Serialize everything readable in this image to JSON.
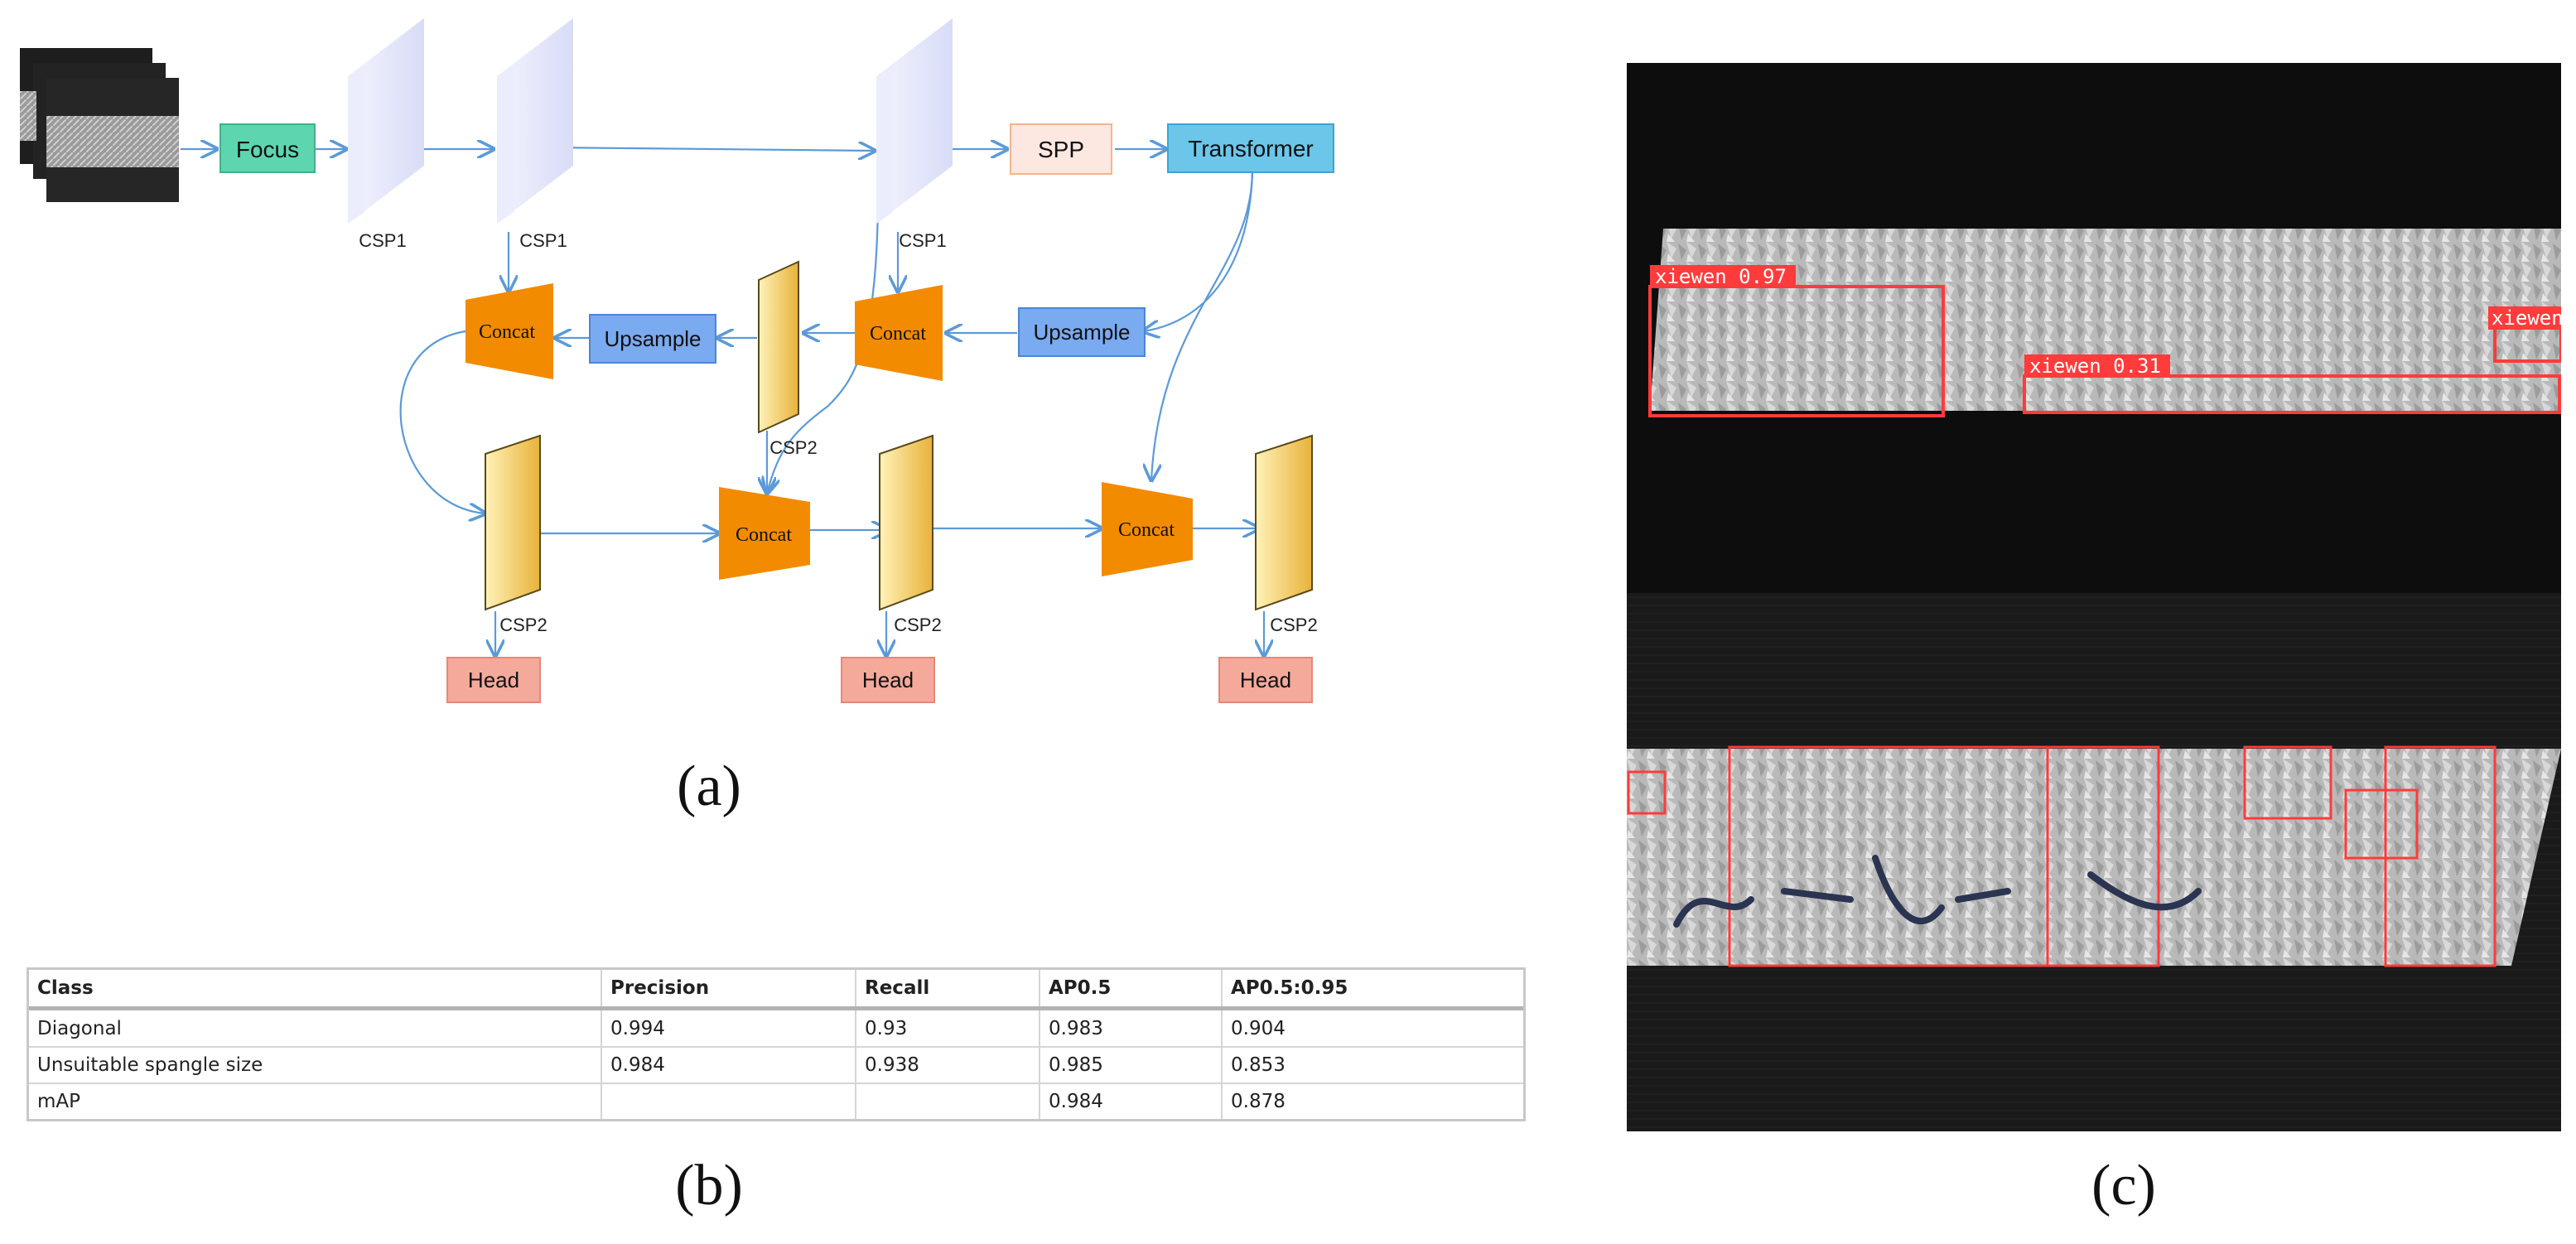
{
  "diagram": {
    "input_label": "",
    "focus": "Focus",
    "csp1_a": "CSP1",
    "csp1_b": "CSP1",
    "csp1_c": "CSP1",
    "spp": "SPP",
    "transformer": "Transformer",
    "upsample_left": "Upsample",
    "upsample_right": "Upsample",
    "concat_1": "Concat",
    "concat_2": "Concat",
    "concat_3": "Concat",
    "concat_4": "Concat",
    "csp2_mid": "CSP2",
    "csp2_a": "CSP2",
    "csp2_b": "CSP2",
    "csp2_c": "CSP2",
    "head_a": "Head",
    "head_b": "Head",
    "head_c": "Head",
    "colors": {
      "focus": "#5dd6b0",
      "spp_fill": "#fde8e1",
      "transformer": "#6cc6ea",
      "upsample": "#7aaaf0",
      "concat": "#f28b00",
      "csp2": "#f0c24f",
      "head": "#f5a99a",
      "csp1": "#e3e4fb",
      "arrow": "#5b9ad8"
    }
  },
  "captions": {
    "a": "(a)",
    "b": "(b)",
    "c": "(c)"
  },
  "table": {
    "headers": [
      "Class",
      "Precision",
      "Recall",
      "AP0.5",
      "AP0.5:0.95"
    ],
    "rows": [
      [
        "Diagonal",
        "0.994",
        "0.93",
        "0.983",
        "0.904"
      ],
      [
        "Unsuitable spangle size",
        "0.984",
        "0.938",
        "0.985",
        "0.853"
      ],
      [
        "mAP",
        "",
        "",
        "0.984",
        "0.878"
      ]
    ]
  },
  "photo": {
    "det_1": "xiewen 0.97",
    "det_2": "xiewen 0.31",
    "det_3": "xiewen",
    "box_color": "#ff3b3b"
  }
}
